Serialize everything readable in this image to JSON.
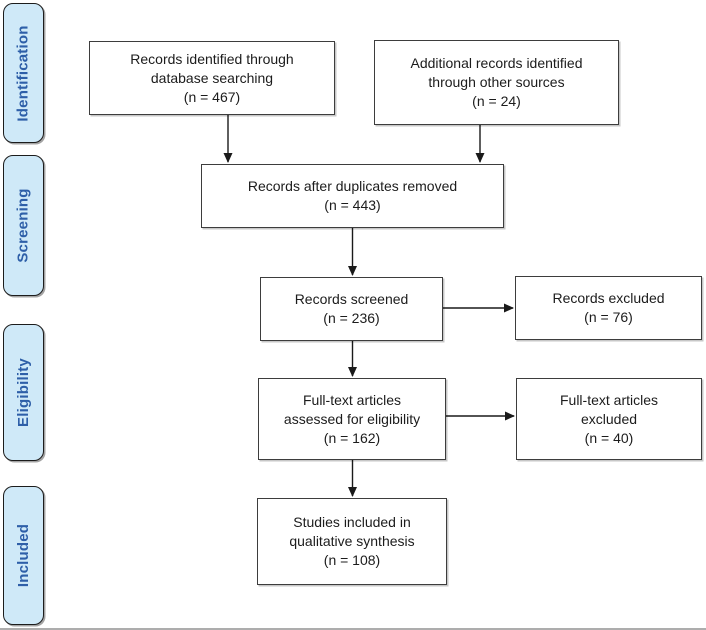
{
  "stages": [
    {
      "label": "Identification"
    },
    {
      "label": "Screening"
    },
    {
      "label": "Eligibility"
    },
    {
      "label": "Included"
    }
  ],
  "boxes": [
    {
      "id": "records-identified",
      "lines": [
        "Records identified through",
        "database searching",
        "(n = 467)"
      ]
    },
    {
      "id": "additional-records",
      "lines": [
        "Additional records identified",
        "through other sources",
        "(n = 24)"
      ]
    },
    {
      "id": "duplicates-removed",
      "lines": [
        "Records after duplicates removed",
        "(n = 443)"
      ]
    },
    {
      "id": "records-screened",
      "lines": [
        "Records screened",
        "(n = 236)"
      ]
    },
    {
      "id": "records-excluded",
      "lines": [
        "Records excluded",
        "(n = 76)"
      ]
    },
    {
      "id": "fulltext-assessed",
      "lines": [
        "Full-text articles",
        "assessed for eligibility",
        "(n = 162)"
      ]
    },
    {
      "id": "fulltext-excluded",
      "lines": [
        "Full-text articles",
        "excluded",
        "(n = 40)"
      ]
    },
    {
      "id": "studies-included",
      "lines": [
        "Studies included in",
        "qualitative synthesis",
        "(n = 108)"
      ]
    }
  ],
  "colors": {
    "stage_fill": "#cfe9f8",
    "stage_border": "#1c1c1c",
    "stage_text": "#2e5fa8",
    "box_bg": "#ffffff",
    "box_border": "#3d3d3d",
    "box_text": "#1c1c1c",
    "arrow": "#1a1a1a",
    "rule": "#adadad"
  }
}
